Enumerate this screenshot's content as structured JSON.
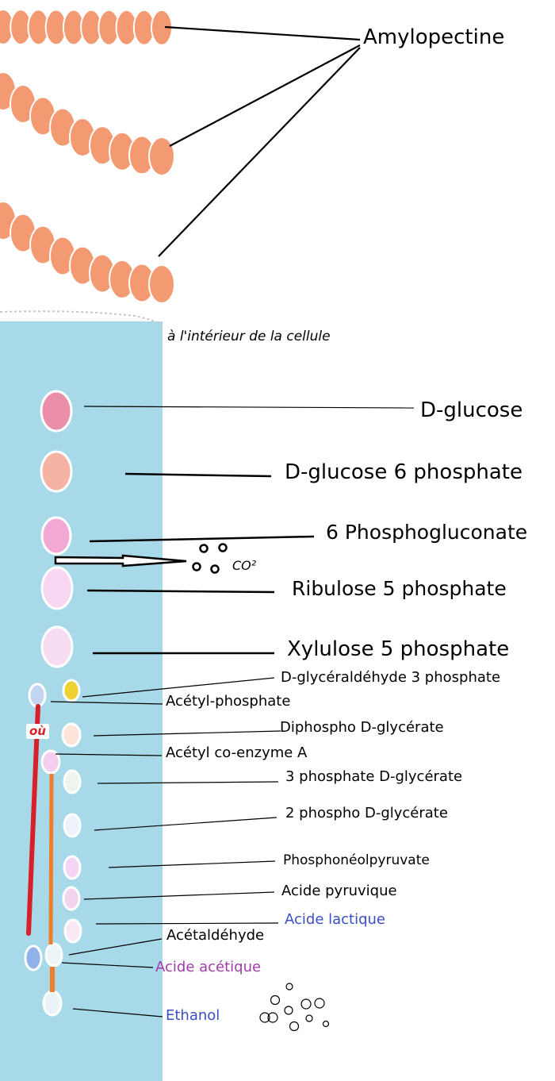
{
  "colors": {
    "cell_background": "#a7d9e8",
    "amylopectin_bead": "#f39a72",
    "red_path": "#d8202a",
    "orange_path": "#ef7d2a",
    "acide_lactique_text": "#3a4fc4",
    "acide_acetique_text": "#a03ca8",
    "ethanol_text": "#3a4fc4"
  },
  "labels": {
    "amylopectine": "Amylopectine",
    "interieur_cellule": "à l'intérieur de la cellule",
    "d_glucose": "D-glucose",
    "d_glucose_6_phosphate": "D-glucose 6 phosphate",
    "phosphogluconate": "6 Phosphogluconate",
    "co2": "CO²",
    "ribulose": "Ribulose 5 phosphate",
    "xylulose": "Xylulose 5 phosphate",
    "glyceraldehyde": "D-glycéraldéhyde 3 phosphate",
    "acetyl_phosphate": "Acétyl-phosphate",
    "ou": "où",
    "diphospho": "Diphospho D-glycérate",
    "acetyl_coa": "Acétyl co-enzyme A",
    "trois_phosphate": "3 phosphate D-glycérate",
    "deux_phospho": "2 phospho D-glycérate",
    "phosphoenolpyruvate": "Phosphonéolpyruvate",
    "acide_pyruvique": "Acide pyruvique",
    "acide_lactique": "Acide lactique",
    "acetaldehyde": "Acétaldéhyde",
    "acide_acetique": "Acide acétique",
    "ethanol": "Ethanol"
  }
}
